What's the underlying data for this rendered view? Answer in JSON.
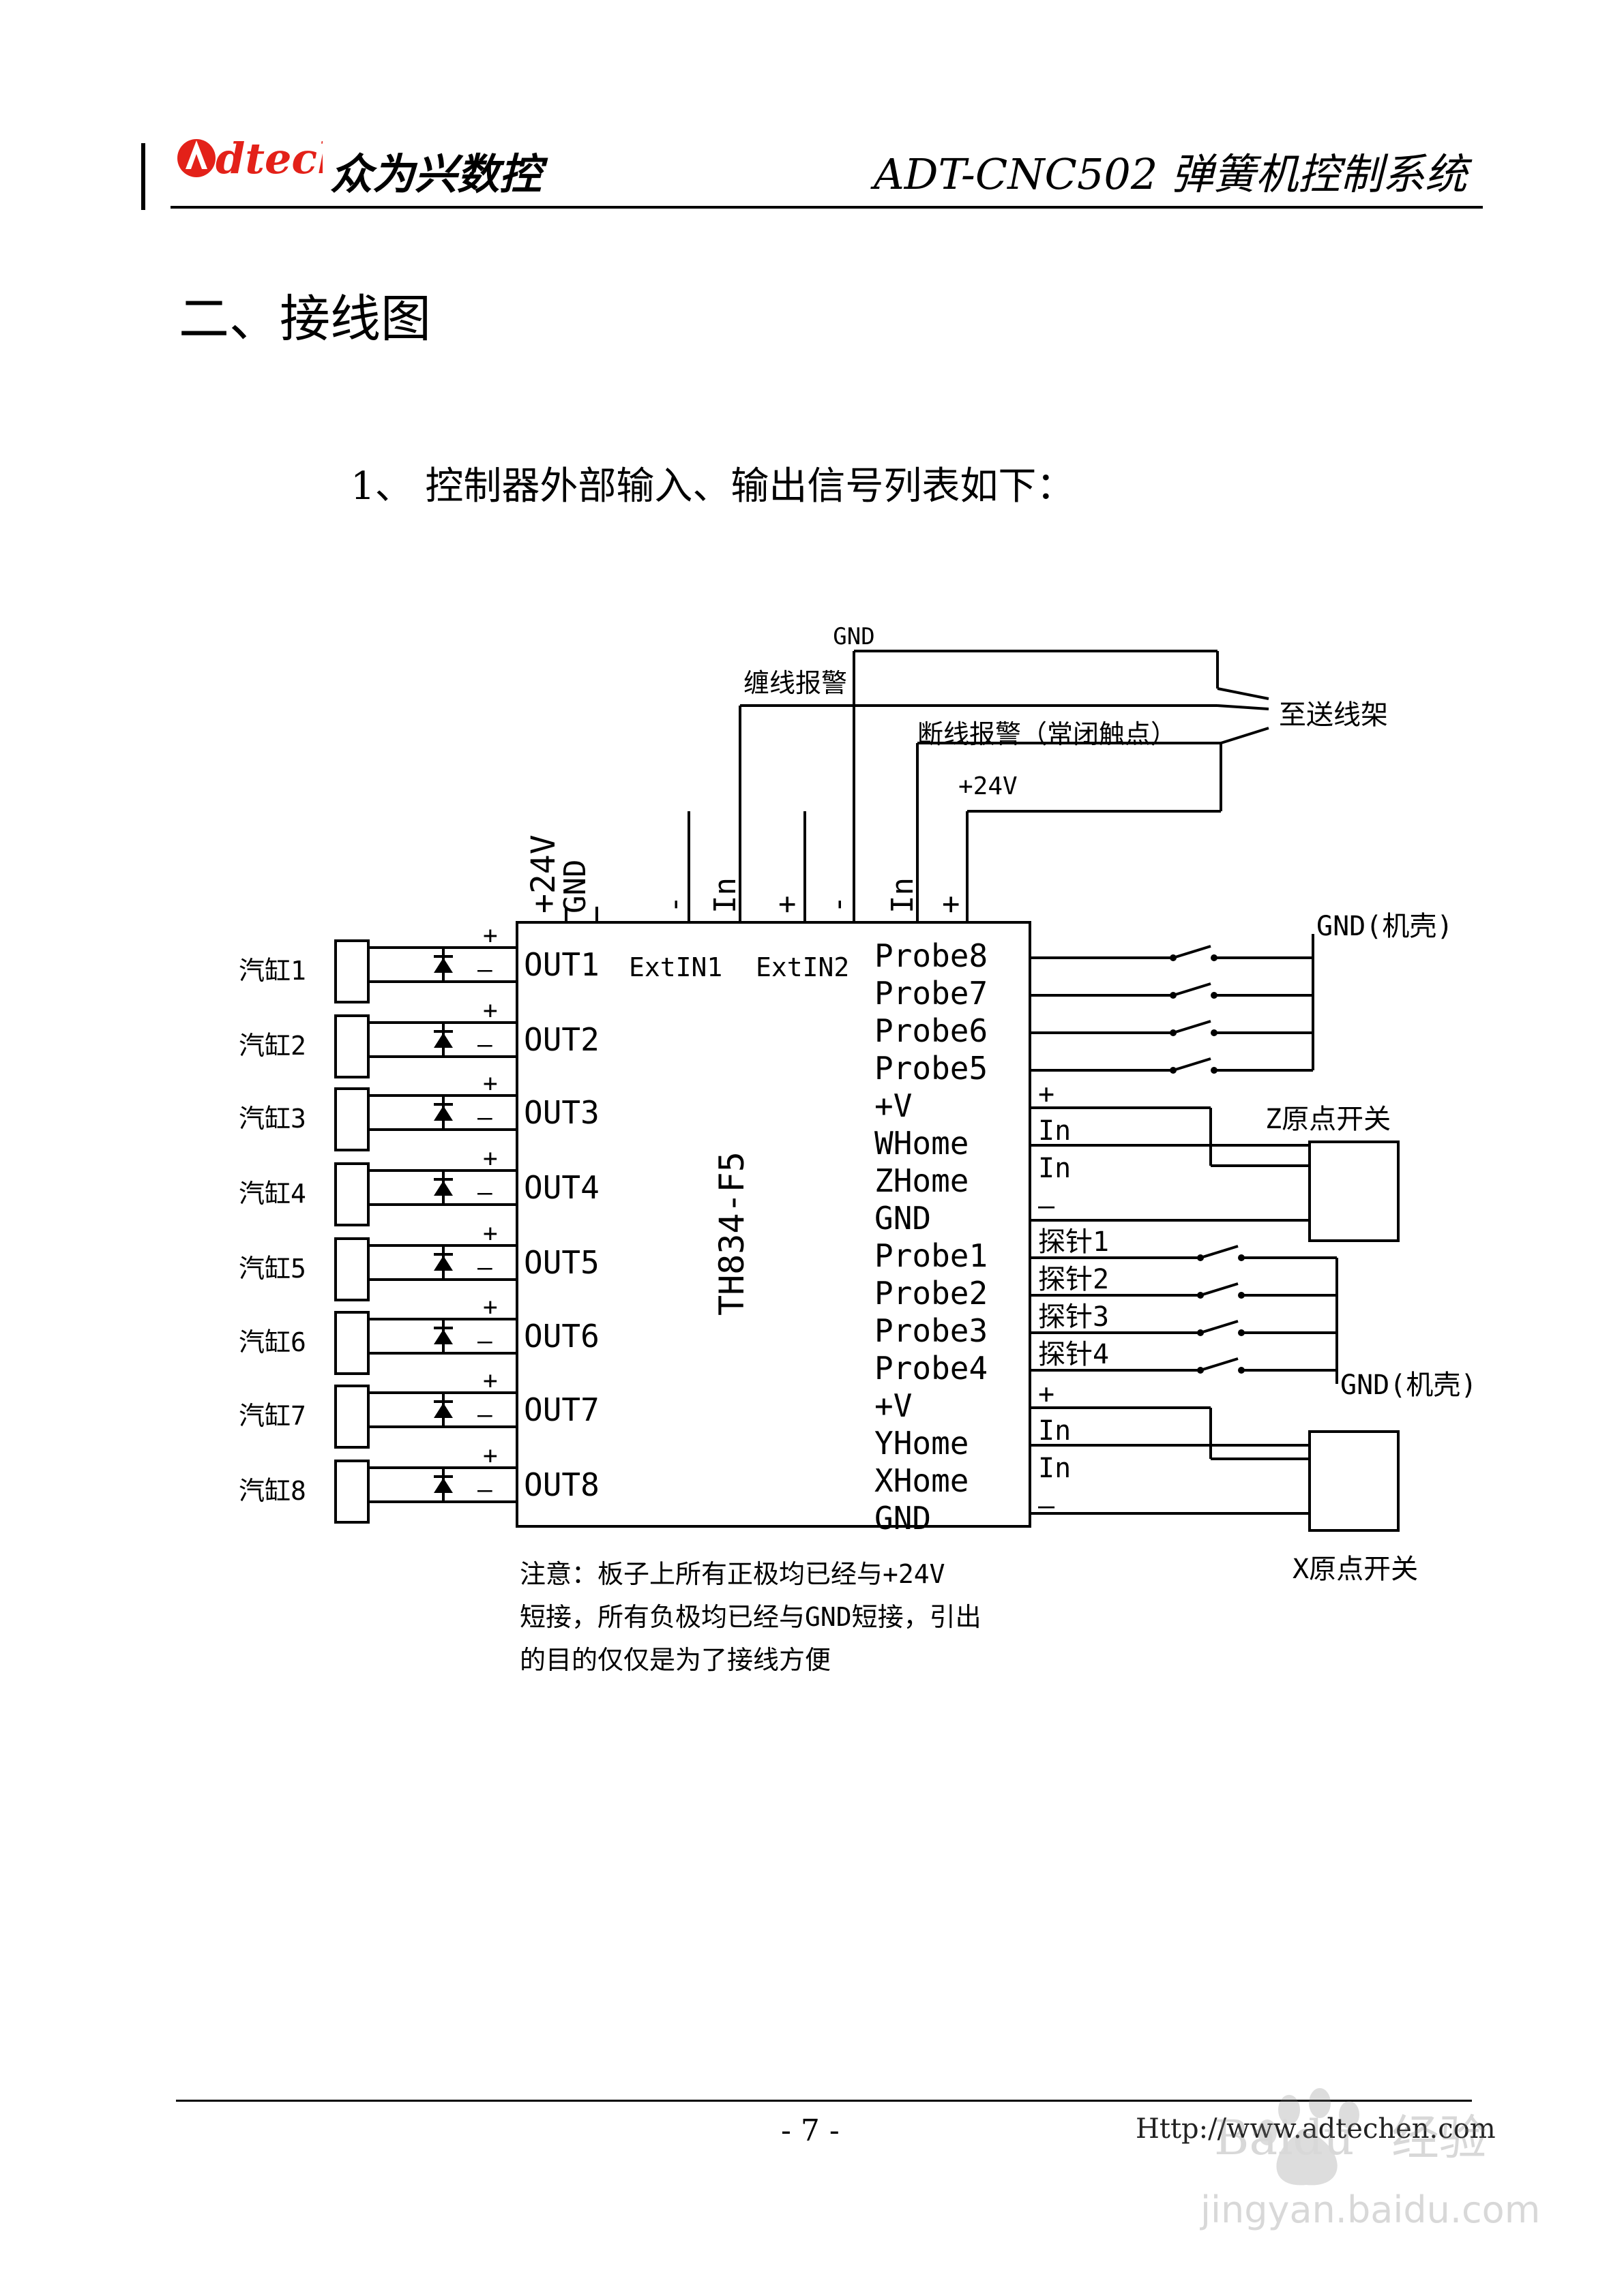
{
  "header": {
    "brand_cn": "众为兴数控",
    "title": "ADT-CNC502 弹簧机控制系统"
  },
  "section_title": "二、接线图",
  "list_item": "1、 控制器外部输入、输出信号列表如下：",
  "diagram": {
    "board_name": "TH834-F5",
    "ext_in1": "ExtIN1",
    "ext_in2": "ExtIN2",
    "top_pins": [
      "+24V",
      "GND",
      "-",
      "In",
      "+",
      "-",
      "In",
      "+"
    ],
    "top_labels": {
      "gnd": "GND",
      "wrap_alarm": "缠线报警",
      "to_feeder": "至送线架",
      "break_alarm": "断线报警（常闭触点）",
      "plus24": "+24V"
    },
    "outputs": [
      "OUT1",
      "OUT2",
      "OUT3",
      "OUT4",
      "OUT5",
      "OUT6",
      "OUT7",
      "OUT8"
    ],
    "cylinders": [
      "汽缸1",
      "汽缸2",
      "汽缸3",
      "汽缸4",
      "汽缸5",
      "汽缸6",
      "汽缸7",
      "汽缸8"
    ],
    "plus_sign": "+",
    "minus_sign": "—",
    "right_pins": [
      "Probe8",
      "Probe7",
      "Probe6",
      "Probe5",
      "+V",
      "WHome",
      "ZHome",
      "GND",
      "Probe1",
      "Probe2",
      "Probe3",
      "Probe4",
      "+V",
      "YHome",
      "XHome",
      "GND"
    ],
    "right_wire_labels": [
      "+",
      "In",
      "In",
      "—",
      "探针1",
      "探针2",
      "探针3",
      "探针4",
      "+",
      "In",
      "In",
      "—"
    ],
    "gnd_chassis_1": "GND(机壳)",
    "gnd_chassis_2": "GND(机壳)",
    "z_home_switch": "Z原点开关",
    "x_home_switch": "X原点开关",
    "note": [
      "注意：板子上所有正极均已经与+24V",
      "短接，所有负极均已经与GND短接，引出",
      "的目的仅仅是为了接线方便"
    ]
  },
  "footer": {
    "page": "- 7 -",
    "url": "Http://www.adtechen.com"
  },
  "watermark": {
    "brand": "Baidu",
    "cn": "经验",
    "domain": "jingyan.baidu.com"
  }
}
